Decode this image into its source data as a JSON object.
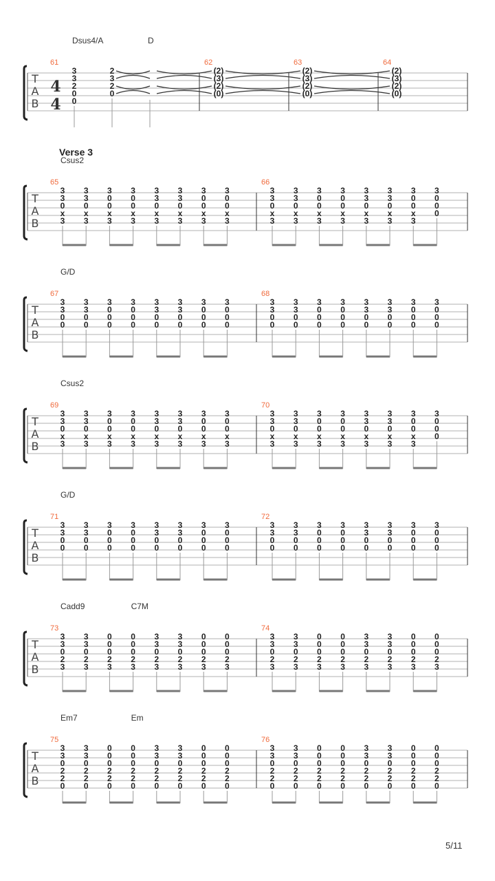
{
  "page_number": "5/11",
  "tab_clef": [
    "T",
    "A",
    "B"
  ],
  "time_signature": {
    "top": "4",
    "bottom": "4"
  },
  "systems": [
    {
      "section": "",
      "chords": [
        {
          "name": "Dsus4/A",
          "measure": 0,
          "beat": 0
        },
        {
          "name": "D",
          "measure": 0,
          "beat": 2
        }
      ],
      "measures": [
        {
          "number": "61",
          "beats": [
            [
              "3",
              "3",
              "2",
              "0",
              "0"
            ],
            [
              "2",
              "3",
              "2",
              "0"
            ],
            []
          ]
        },
        {
          "number": "62",
          "beats": [
            [
              "(2)",
              "(3)",
              "(2)",
              "(0)"
            ]
          ]
        },
        {
          "number": "63",
          "beats": [
            [
              "(2)",
              "(3)",
              "(2)",
              "(0)"
            ]
          ]
        },
        {
          "number": "64",
          "beats": [
            [
              "(2)",
              "(3)",
              "(2)",
              "(0)"
            ]
          ]
        }
      ]
    },
    {
      "section": "Verse 3",
      "chords": [
        {
          "name": "Csus2",
          "measure": 0,
          "beat": 0
        }
      ],
      "measures": [
        {
          "number": "65",
          "beats": [
            [
              "3",
              "3",
              "0",
              "x",
              "3"
            ],
            [
              "3",
              "3",
              "0",
              "x",
              "3"
            ],
            [
              "3",
              "0",
              "0",
              "x",
              "3"
            ],
            [
              "3",
              "0",
              "0",
              "x",
              "3"
            ],
            [
              "3",
              "3",
              "0",
              "x",
              "3"
            ],
            [
              "3",
              "3",
              "0",
              "x",
              "3"
            ],
            [
              "3",
              "0",
              "0",
              "x",
              "3"
            ],
            [
              "3",
              "0",
              "0",
              "x",
              "3"
            ]
          ]
        },
        {
          "number": "66",
          "beats": [
            [
              "3",
              "3",
              "0",
              "x",
              "3"
            ],
            [
              "3",
              "3",
              "0",
              "x",
              "3"
            ],
            [
              "3",
              "0",
              "0",
              "x",
              "3"
            ],
            [
              "3",
              "0",
              "0",
              "x",
              "3"
            ],
            [
              "3",
              "3",
              "0",
              "x",
              "3"
            ],
            [
              "3",
              "3",
              "0",
              "x",
              "3"
            ],
            [
              "3",
              "0",
              "0",
              "x",
              "3"
            ],
            [
              "3",
              "0",
              "0",
              "0"
            ]
          ]
        }
      ]
    },
    {
      "section": "",
      "chords": [
        {
          "name": "G/D",
          "measure": 0,
          "beat": 0
        }
      ],
      "measures": [
        {
          "number": "67",
          "beats": [
            [
              "3",
              "3",
              "0",
              "0"
            ],
            [
              "3",
              "3",
              "0",
              "0"
            ],
            [
              "3",
              "0",
              "0",
              "0"
            ],
            [
              "3",
              "0",
              "0",
              "0"
            ],
            [
              "3",
              "3",
              "0",
              "0"
            ],
            [
              "3",
              "3",
              "0",
              "0"
            ],
            [
              "3",
              "0",
              "0",
              "0"
            ],
            [
              "3",
              "0",
              "0",
              "0"
            ]
          ]
        },
        {
          "number": "68",
          "beats": [
            [
              "3",
              "3",
              "0",
              "0"
            ],
            [
              "3",
              "3",
              "0",
              "0"
            ],
            [
              "3",
              "0",
              "0",
              "0"
            ],
            [
              "3",
              "0",
              "0",
              "0"
            ],
            [
              "3",
              "3",
              "0",
              "0"
            ],
            [
              "3",
              "3",
              "0",
              "0"
            ],
            [
              "3",
              "0",
              "0",
              "0"
            ],
            [
              "3",
              "0",
              "0",
              "0"
            ]
          ]
        }
      ]
    },
    {
      "section": "",
      "chords": [
        {
          "name": "Csus2",
          "measure": 0,
          "beat": 0
        }
      ],
      "measures": [
        {
          "number": "69",
          "beats": [
            [
              "3",
              "3",
              "0",
              "x",
              "3"
            ],
            [
              "3",
              "3",
              "0",
              "x",
              "3"
            ],
            [
              "3",
              "0",
              "0",
              "x",
              "3"
            ],
            [
              "3",
              "0",
              "0",
              "x",
              "3"
            ],
            [
              "3",
              "3",
              "0",
              "x",
              "3"
            ],
            [
              "3",
              "3",
              "0",
              "x",
              "3"
            ],
            [
              "3",
              "0",
              "0",
              "x",
              "3"
            ],
            [
              "3",
              "0",
              "0",
              "x",
              "3"
            ]
          ]
        },
        {
          "number": "70",
          "beats": [
            [
              "3",
              "3",
              "0",
              "x",
              "3"
            ],
            [
              "3",
              "3",
              "0",
              "x",
              "3"
            ],
            [
              "3",
              "0",
              "0",
              "x",
              "3"
            ],
            [
              "3",
              "0",
              "0",
              "x",
              "3"
            ],
            [
              "3",
              "3",
              "0",
              "x",
              "3"
            ],
            [
              "3",
              "3",
              "0",
              "x",
              "3"
            ],
            [
              "3",
              "0",
              "0",
              "x",
              "3"
            ],
            [
              "3",
              "0",
              "0",
              "0"
            ]
          ]
        }
      ]
    },
    {
      "section": "",
      "chords": [
        {
          "name": "G/D",
          "measure": 0,
          "beat": 0
        }
      ],
      "measures": [
        {
          "number": "71",
          "beats": [
            [
              "3",
              "3",
              "0",
              "0"
            ],
            [
              "3",
              "3",
              "0",
              "0"
            ],
            [
              "3",
              "0",
              "0",
              "0"
            ],
            [
              "3",
              "0",
              "0",
              "0"
            ],
            [
              "3",
              "3",
              "0",
              "0"
            ],
            [
              "3",
              "3",
              "0",
              "0"
            ],
            [
              "3",
              "0",
              "0",
              "0"
            ],
            [
              "3",
              "0",
              "0",
              "0"
            ]
          ]
        },
        {
          "number": "72",
          "beats": [
            [
              "3",
              "3",
              "0",
              "0"
            ],
            [
              "3",
              "3",
              "0",
              "0"
            ],
            [
              "3",
              "0",
              "0",
              "0"
            ],
            [
              "3",
              "0",
              "0",
              "0"
            ],
            [
              "3",
              "3",
              "0",
              "0"
            ],
            [
              "3",
              "3",
              "0",
              "0"
            ],
            [
              "3",
              "0",
              "0",
              "0"
            ],
            [
              "3",
              "0",
              "0",
              "0"
            ]
          ]
        }
      ]
    },
    {
      "section": "",
      "chords": [
        {
          "name": "Cadd9",
          "measure": 0,
          "beat": 0
        },
        {
          "name": "C7M",
          "measure": 0,
          "beat": 3
        }
      ],
      "measures": [
        {
          "number": "73",
          "beats": [
            [
              "3",
              "3",
              "0",
              "2",
              "3"
            ],
            [
              "3",
              "3",
              "0",
              "2",
              "3"
            ],
            [
              "0",
              "0",
              "0",
              "2",
              "3"
            ],
            [
              "0",
              "0",
              "0",
              "2",
              "3"
            ],
            [
              "3",
              "3",
              "0",
              "2",
              "3"
            ],
            [
              "3",
              "3",
              "0",
              "2",
              "3"
            ],
            [
              "0",
              "0",
              "0",
              "2",
              "3"
            ],
            [
              "0",
              "0",
              "0",
              "2",
              "3"
            ]
          ]
        },
        {
          "number": "74",
          "beats": [
            [
              "3",
              "3",
              "0",
              "2",
              "3"
            ],
            [
              "3",
              "3",
              "0",
              "2",
              "3"
            ],
            [
              "0",
              "0",
              "0",
              "2",
              "3"
            ],
            [
              "0",
              "0",
              "0",
              "2",
              "3"
            ],
            [
              "3",
              "3",
              "0",
              "2",
              "3"
            ],
            [
              "3",
              "3",
              "0",
              "2",
              "3"
            ],
            [
              "0",
              "0",
              "0",
              "2",
              "3"
            ],
            [
              "0",
              "0",
              "0",
              "2",
              "3"
            ]
          ]
        }
      ]
    },
    {
      "section": "",
      "chords": [
        {
          "name": "Em7",
          "measure": 0,
          "beat": 0
        },
        {
          "name": "Em",
          "measure": 0,
          "beat": 3
        }
      ],
      "measures": [
        {
          "number": "75",
          "beats": [
            [
              "3",
              "3",
              "0",
              "2",
              "2",
              "0"
            ],
            [
              "3",
              "3",
              "0",
              "2",
              "2",
              "0"
            ],
            [
              "0",
              "0",
              "0",
              "2",
              "2",
              "0"
            ],
            [
              "0",
              "0",
              "0",
              "2",
              "2",
              "0"
            ],
            [
              "3",
              "3",
              "0",
              "2",
              "2",
              "0"
            ],
            [
              "3",
              "3",
              "0",
              "2",
              "2",
              "0"
            ],
            [
              "0",
              "0",
              "0",
              "2",
              "2",
              "0"
            ],
            [
              "0",
              "0",
              "0",
              "2",
              "2",
              "0"
            ]
          ]
        },
        {
          "number": "76",
          "beats": [
            [
              "3",
              "3",
              "0",
              "2",
              "2",
              "0"
            ],
            [
              "3",
              "3",
              "0",
              "2",
              "2",
              "0"
            ],
            [
              "0",
              "0",
              "0",
              "2",
              "2",
              "0"
            ],
            [
              "0",
              "0",
              "0",
              "2",
              "2",
              "0"
            ],
            [
              "3",
              "3",
              "0",
              "2",
              "2",
              "0"
            ],
            [
              "3",
              "3",
              "0",
              "2",
              "2",
              "0"
            ],
            [
              "0",
              "0",
              "0",
              "2",
              "2",
              "0"
            ],
            [
              "0",
              "0",
              "0",
              "2",
              "2",
              "0"
            ]
          ]
        }
      ]
    }
  ]
}
